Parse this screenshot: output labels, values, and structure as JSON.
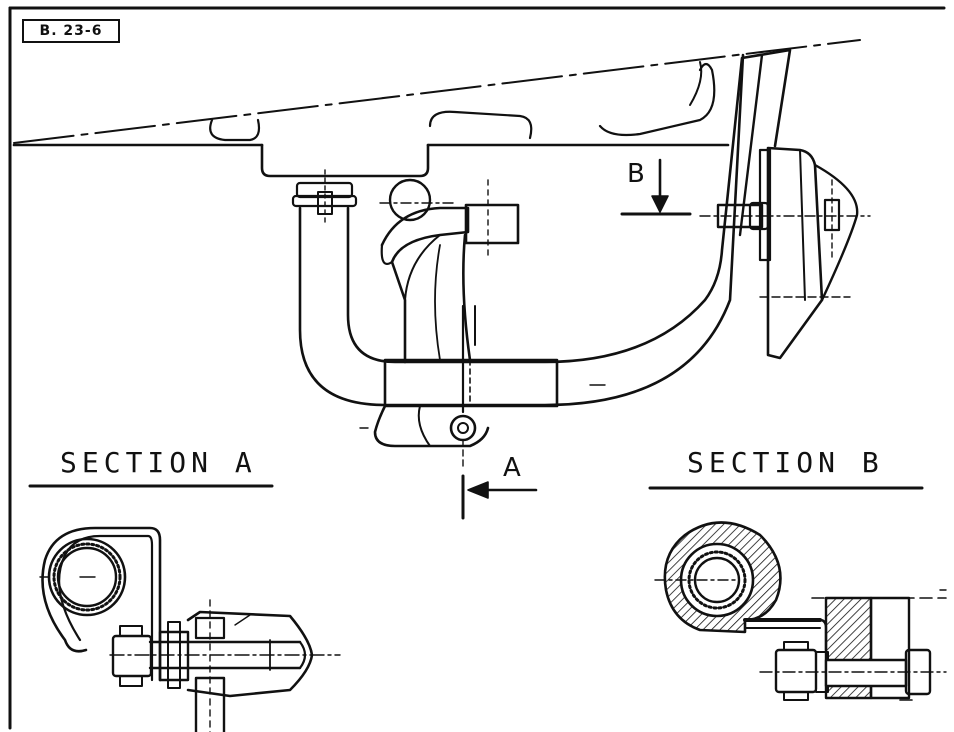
{
  "figure": {
    "tag": "B. 23-6"
  },
  "labels": {
    "section_a_title": "SECTION A",
    "section_b_title": "SECTION B",
    "view_marker_a": "A",
    "view_marker_b": "B"
  },
  "colors": {
    "ink": "#111111",
    "paper": "#ffffff"
  }
}
